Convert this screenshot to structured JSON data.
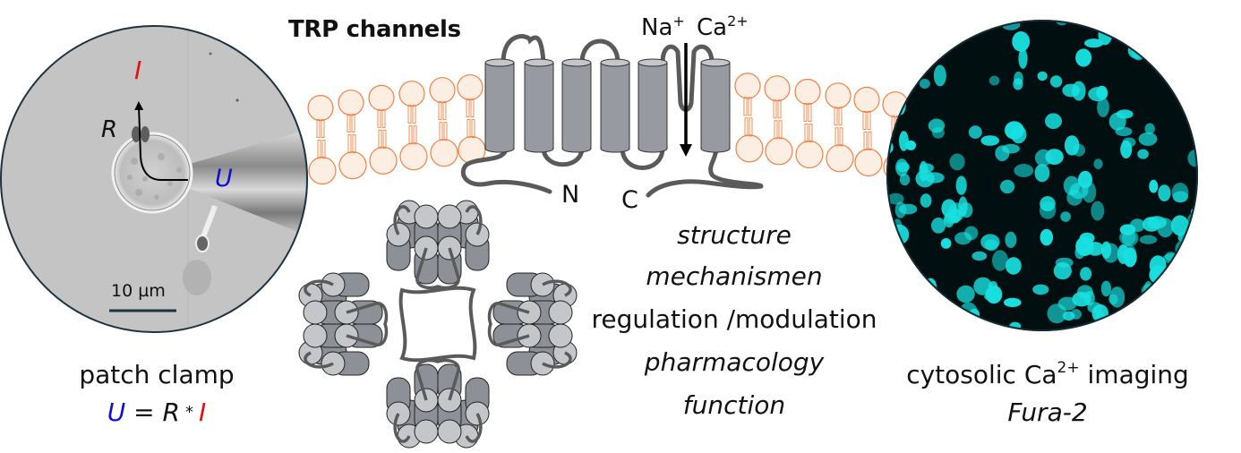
{
  "header": {
    "title": "TRP channels",
    "ions": [
      {
        "symbol": "Na",
        "charge": "+"
      },
      {
        "symbol": "Ca",
        "charge": "2+"
      }
    ]
  },
  "channel": {
    "n_terminus": "N",
    "c_terminus": "C",
    "transmembrane_segments": 6
  },
  "patch_clamp": {
    "current_label": "I",
    "resistance_label": "R",
    "voltage_label": "U",
    "scale_bar": "10 µm",
    "caption": "patch clamp",
    "equation": {
      "u": "U",
      "eq": "=",
      "r": "R",
      "op": "*",
      "i": "I"
    },
    "colors": {
      "U": "#1010d0",
      "I": "#e01010"
    }
  },
  "topics": [
    {
      "text": "structure",
      "italic": true
    },
    {
      "text": "mechanismen",
      "italic": true
    },
    {
      "text": "regulation /modulation",
      "italic": false
    },
    {
      "text": "pharmacology",
      "italic": true
    },
    {
      "text": "function",
      "italic": true
    }
  ],
  "imaging": {
    "caption_prefix": "cytosolic Ca",
    "caption_charge": "2+",
    "caption_suffix": " imaging",
    "dye": "Fura-2",
    "fluorescence_color": "#19e0e0"
  },
  "colors": {
    "membrane": "#f08040",
    "membrane_fill": "#fdeee4",
    "helix": "#979aa0",
    "loop": "#5a5a5a",
    "circle_border": "#1d3340"
  }
}
